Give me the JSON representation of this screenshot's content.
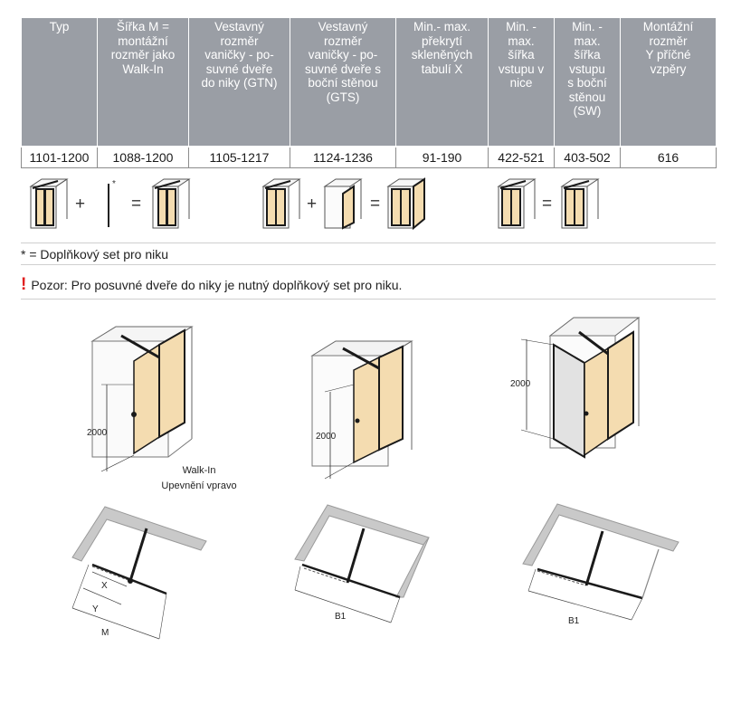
{
  "table": {
    "headers": [
      "Typ",
      "Šířka M =\nmontážní\nrozměr jako\nWalk-In",
      "Vestavný\nrozměr\nvaničky - po-\nsuvné dveře\ndo niky (GTN)",
      "Vestavný\nrozměr\nvaničky - po-\nsuvné dveře s\nboční stěnou\n(GTS)",
      "Min.- max.\npřekrytí\nskleněných\ntabulí X",
      "Min. -\nmax.\nšířka\nvstupu v\nnice",
      "Min. -\nmax.\nšířka\nvstupu\ns boční\nstěnou\n(SW)",
      "Montážní\nrozměr\nY příčné\nvzpěry"
    ],
    "row": [
      "1101-1200",
      "1088-1200",
      "1105-1217",
      "1124-1236",
      "91-190",
      "422-521",
      "403-502",
      "616"
    ]
  },
  "combos": {
    "plus": "+",
    "equals": "=",
    "star": "*"
  },
  "note": "* = Doplňkový set pro niku",
  "warning": {
    "icon": "!",
    "text": "Pozor: Pro posuvné dveře do niky je nutný doplňkový set pro niku."
  },
  "drawings": {
    "height_label": "2000",
    "caption_line1": "Walk-In",
    "caption_line2": "Upevnění vpravo",
    "plan_labels": {
      "x": "X",
      "y": "Y",
      "m": "M",
      "b1": "B1"
    }
  },
  "colors": {
    "header_bg": "#9a9ea5",
    "glass": "#f4dcb0",
    "frame": "#1a1a1a",
    "warning": "#e02020"
  }
}
